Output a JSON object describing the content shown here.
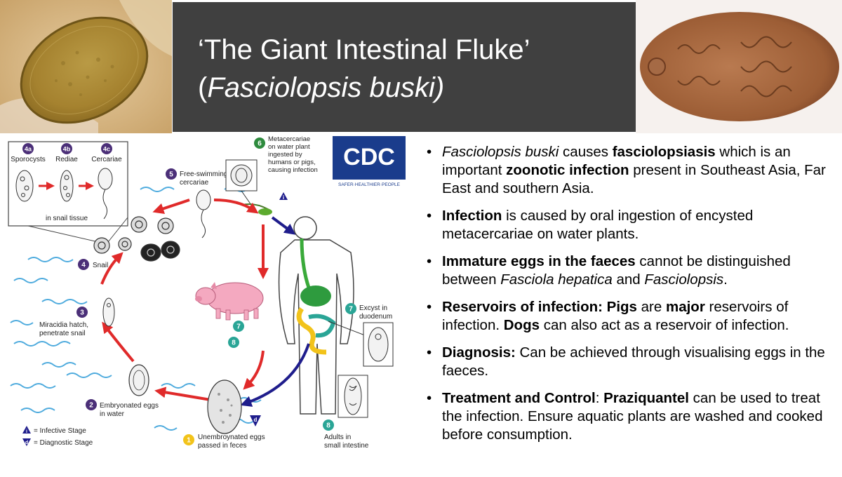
{
  "title": {
    "line1": "‘The Giant Intestinal Fluke’",
    "line2_open": "(",
    "line2_species": "Fasciolopsis buski)"
  },
  "logo": {
    "text": "CDC",
    "tagline": "SAFER·HEALTHIER·PEOPLE"
  },
  "images": {
    "egg_photo": "fasciolopsis-egg-micrograph",
    "adult_photo": "adult-fluke-photo"
  },
  "diagram": {
    "stage_4a": {
      "num": "4a",
      "label": "Sporocysts"
    },
    "stage_4b": {
      "num": "4b",
      "label": "Rediae"
    },
    "stage_4c": {
      "num": "4c",
      "label": "Cercariae"
    },
    "snail_tissue": "in snail tissue",
    "stage_5": {
      "num": "5",
      "line1": "Free-swimming",
      "line2": "cercariae"
    },
    "stage_6": {
      "num": "6",
      "line1": "Metacercariae",
      "line2": "on water plant",
      "line3": "ingested by",
      "line4": "humans or pigs,",
      "line5": "causing infection"
    },
    "stage_4": {
      "num": "4",
      "label": "Snail"
    },
    "stage_3": {
      "num": "3",
      "line1": "Miracidia hatch,",
      "line2": "penetrate snail"
    },
    "stage_2": {
      "num": "2",
      "line1": "Embryonated eggs",
      "line2": "in water"
    },
    "stage_1": {
      "num": "1",
      "line1": "Unembroynated eggs",
      "line2": "passed in feces"
    },
    "stage_7": {
      "num": "7",
      "line1": "Excyst in",
      "line2": "duodenum"
    },
    "stage_8": {
      "num": "8",
      "line1": "Adults in",
      "line2": "small intestine"
    },
    "pig_marker_7": "7",
    "pig_marker_8": "8",
    "infective_marker": "i",
    "diagnostic_marker": "d",
    "legend": {
      "infective": {
        "symbol": "i",
        "text": "= Infective Stage"
      },
      "diagnostic": {
        "symbol": "d",
        "text": "= Diagnostic Stage"
      }
    },
    "colors": {
      "stage_purple": "#4b2f78",
      "stage_teal": "#2aa596",
      "stage_yellow": "#f2c31a",
      "cycle_red": "#e02a2a",
      "human_arrow": "#1f1d8c",
      "water": "#2f9cd8"
    }
  },
  "bullets": [
    {
      "parts": [
        {
          "text": "Fasciolopsis buski",
          "style": "i"
        },
        {
          "text": " causes ",
          "style": ""
        },
        {
          "text": "fasciolopsiasis",
          "style": "b"
        },
        {
          "text": " which is an important ",
          "style": ""
        },
        {
          "text": "zoonotic infection",
          "style": "b"
        },
        {
          "text": " present in Southeast Asia, Far East and southern Asia.",
          "style": ""
        }
      ]
    },
    {
      "parts": [
        {
          "text": "Infection",
          "style": "b"
        },
        {
          "text": " is caused by oral ingestion of encysted metacercariae on water plants.",
          "style": ""
        }
      ]
    },
    {
      "parts": [
        {
          "text": "Immature eggs in the faeces",
          "style": "b"
        },
        {
          "text": " cannot be distinguished between ",
          "style": ""
        },
        {
          "text": "Fasciola hepatica",
          "style": "i"
        },
        {
          "text": " and ",
          "style": ""
        },
        {
          "text": "Fasciolopsis",
          "style": "i"
        },
        {
          "text": ".",
          "style": ""
        }
      ]
    },
    {
      "parts": [
        {
          "text": "Reservoirs of infection: Pigs",
          "style": "b"
        },
        {
          "text": " are ",
          "style": ""
        },
        {
          "text": "major",
          "style": "b"
        },
        {
          "text": " reservoirs of infection. ",
          "style": ""
        },
        {
          "text": "Dogs",
          "style": "b"
        },
        {
          "text": " can also act as a reservoir of infection.",
          "style": ""
        }
      ]
    },
    {
      "parts": [
        {
          "text": "Diagnosis:",
          "style": "b"
        },
        {
          "text": " Can be achieved through visualising eggs in the faeces.",
          "style": ""
        }
      ]
    },
    {
      "parts": [
        {
          "text": "Treatment and Control",
          "style": "b"
        },
        {
          "text": ": ",
          "style": ""
        },
        {
          "text": "Praziquantel",
          "style": "b"
        },
        {
          "text": " can be used to treat the infection. Ensure aquatic plants are washed and cooked before consumption.",
          "style": ""
        }
      ]
    }
  ]
}
